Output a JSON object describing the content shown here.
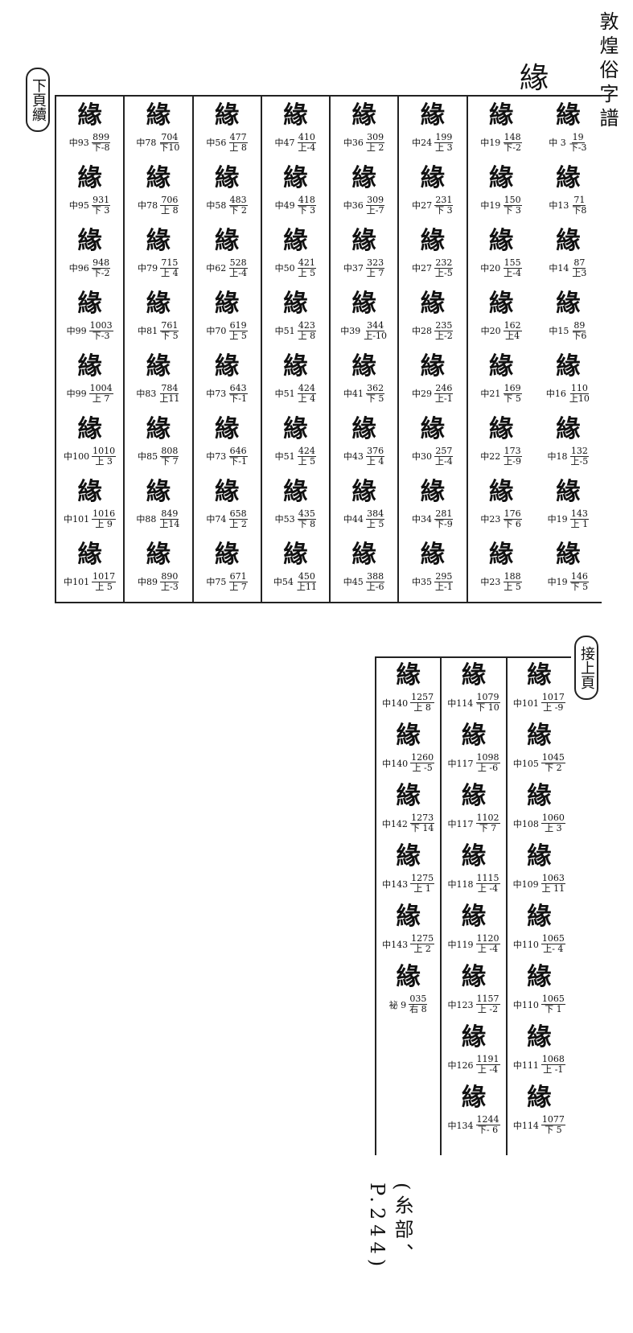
{
  "header": {
    "title": "敦煌俗字譜",
    "head_char": "緣"
  },
  "stamps": {
    "left": "下頁續",
    "right": "接上頁"
  },
  "top_columns": [
    {
      "cells": [
        {
          "glyph": "緣",
          "cite": "中 3",
          "num": "19",
          "den": "下-3"
        },
        {
          "glyph": "緣",
          "cite": "中13",
          "num": "71",
          "den": "下8"
        },
        {
          "glyph": "緣",
          "cite": "中14",
          "num": "87",
          "den": "上3"
        },
        {
          "glyph": "緣",
          "cite": "中15",
          "num": "89",
          "den": "下6"
        },
        {
          "glyph": "緣",
          "cite": "中16",
          "num": "110",
          "den": "上10"
        },
        {
          "glyph": "緣",
          "cite": "中18",
          "num": "132",
          "den": "上-5"
        },
        {
          "glyph": "緣",
          "cite": "中19",
          "num": "143",
          "den": "上 1"
        },
        {
          "glyph": "緣",
          "cite": "中19",
          "num": "146",
          "den": "下 5"
        }
      ]
    },
    {
      "cells": [
        {
          "glyph": "緣",
          "cite": "中19",
          "num": "148",
          "den": "下-2"
        },
        {
          "glyph": "緣",
          "cite": "中19",
          "num": "150",
          "den": "下 3"
        },
        {
          "glyph": "緣",
          "cite": "中20",
          "num": "155",
          "den": "上-4"
        },
        {
          "glyph": "緣",
          "cite": "中20",
          "num": "162",
          "den": "上4"
        },
        {
          "glyph": "緣",
          "cite": "中21",
          "num": "169",
          "den": "下 5"
        },
        {
          "glyph": "緣",
          "cite": "中22",
          "num": "173",
          "den": "上-9"
        },
        {
          "glyph": "緣",
          "cite": "中23",
          "num": "176",
          "den": "下 6"
        },
        {
          "glyph": "緣",
          "cite": "中23",
          "num": "188",
          "den": "上 5"
        }
      ]
    },
    {
      "cells": [
        {
          "glyph": "緣",
          "cite": "中24",
          "num": "199",
          "den": "上 3"
        },
        {
          "glyph": "緣",
          "cite": "中27",
          "num": "231",
          "den": "下 3"
        },
        {
          "glyph": "緣",
          "cite": "中27",
          "num": "232",
          "den": "上-5"
        },
        {
          "glyph": "緣",
          "cite": "中28",
          "num": "235",
          "den": "上-2"
        },
        {
          "glyph": "緣",
          "cite": "中29",
          "num": "246",
          "den": "上-1"
        },
        {
          "glyph": "緣",
          "cite": "中30",
          "num": "257",
          "den": "上-4"
        },
        {
          "glyph": "緣",
          "cite": "中34",
          "num": "281",
          "den": "下-9"
        },
        {
          "glyph": "緣",
          "cite": "中35",
          "num": "295",
          "den": "上-1"
        }
      ]
    },
    {
      "cells": [
        {
          "glyph": "緣",
          "cite": "中36",
          "num": "309",
          "den": "上 2"
        },
        {
          "glyph": "緣",
          "cite": "中36",
          "num": "309",
          "den": "上-7"
        },
        {
          "glyph": "緣",
          "cite": "中37",
          "num": "323",
          "den": "上 7"
        },
        {
          "glyph": "緣",
          "cite": "中39",
          "num": "344",
          "den": "上-10"
        },
        {
          "glyph": "緣",
          "cite": "中41",
          "num": "362",
          "den": "下 5"
        },
        {
          "glyph": "緣",
          "cite": "中43",
          "num": "376",
          "den": "上 4"
        },
        {
          "glyph": "緣",
          "cite": "中44",
          "num": "384",
          "den": "上 5"
        },
        {
          "glyph": "緣",
          "cite": "中45",
          "num": "388",
          "den": "上-6"
        }
      ]
    },
    {
      "cells": [
        {
          "glyph": "緣",
          "cite": "中47",
          "num": "410",
          "den": "上-4"
        },
        {
          "glyph": "緣",
          "cite": "中49",
          "num": "418",
          "den": "下 3"
        },
        {
          "glyph": "緣",
          "cite": "中50",
          "num": "421",
          "den": "上 5"
        },
        {
          "glyph": "緣",
          "cite": "中51",
          "num": "423",
          "den": "上 8"
        },
        {
          "glyph": "緣",
          "cite": "中51",
          "num": "424",
          "den": "上 4"
        },
        {
          "glyph": "緣",
          "cite": "中51",
          "num": "424",
          "den": "上 5"
        },
        {
          "glyph": "緣",
          "cite": "中53",
          "num": "435",
          "den": "下 8"
        },
        {
          "glyph": "緣",
          "cite": "中54",
          "num": "450",
          "den": "上11"
        }
      ]
    },
    {
      "cells": [
        {
          "glyph": "緣",
          "cite": "中56",
          "num": "477",
          "den": "上 8"
        },
        {
          "glyph": "緣",
          "cite": "中58",
          "num": "483",
          "den": "下 2"
        },
        {
          "glyph": "緣",
          "cite": "中62",
          "num": "528",
          "den": "上-4"
        },
        {
          "glyph": "緣",
          "cite": "中70",
          "num": "619",
          "den": "上 5"
        },
        {
          "glyph": "緣",
          "cite": "中73",
          "num": "643",
          "den": "下-1"
        },
        {
          "glyph": "緣",
          "cite": "中73",
          "num": "646",
          "den": "下-1"
        },
        {
          "glyph": "緣",
          "cite": "中74",
          "num": "658",
          "den": "上 2"
        },
        {
          "glyph": "緣",
          "cite": "中75",
          "num": "671",
          "den": "上 7"
        }
      ]
    },
    {
      "cells": [
        {
          "glyph": "緣",
          "cite": "中78",
          "num": "704",
          "den": "下10"
        },
        {
          "glyph": "緣",
          "cite": "中78",
          "num": "706",
          "den": "上 8"
        },
        {
          "glyph": "緣",
          "cite": "中79",
          "num": "715",
          "den": "上 4"
        },
        {
          "glyph": "緣",
          "cite": "中81",
          "num": "761",
          "den": "下 5"
        },
        {
          "glyph": "緣",
          "cite": "中83",
          "num": "784",
          "den": "上11"
        },
        {
          "glyph": "緣",
          "cite": "中85",
          "num": "808",
          "den": "下 7"
        },
        {
          "glyph": "緣",
          "cite": "中88",
          "num": "849",
          "den": "上14"
        },
        {
          "glyph": "緣",
          "cite": "中89",
          "num": "890",
          "den": "上-3"
        }
      ]
    },
    {
      "cells": [
        {
          "glyph": "緣",
          "cite": "中93",
          "num": "899",
          "den": "下-8"
        },
        {
          "glyph": "緣",
          "cite": "中95",
          "num": "931",
          "den": "下 3"
        },
        {
          "glyph": "緣",
          "cite": "中96",
          "num": "948",
          "den": "下-2"
        },
        {
          "glyph": "緣",
          "cite": "中99",
          "num": "1003",
          "den": "下-3"
        },
        {
          "glyph": "緣",
          "cite": "中99",
          "num": "1004",
          "den": "上 7"
        },
        {
          "glyph": "緣",
          "cite": "中100",
          "num": "1010",
          "den": "上 3"
        },
        {
          "glyph": "緣",
          "cite": "中101",
          "num": "1016",
          "den": "上 9"
        },
        {
          "glyph": "緣",
          "cite": "中101",
          "num": "1017",
          "den": "上 5"
        }
      ]
    }
  ],
  "bottom_columns": [
    {
      "cells": [
        {
          "glyph": "緣",
          "cite": "中101",
          "num": "1017",
          "den": "上 -9"
        },
        {
          "glyph": "緣",
          "cite": "中105",
          "num": "1045",
          "den": "下 2"
        },
        {
          "glyph": "緣",
          "cite": "中108",
          "num": "1060",
          "den": "上 3"
        },
        {
          "glyph": "緣",
          "cite": "中109",
          "num": "1063",
          "den": "上 11"
        },
        {
          "glyph": "緣",
          "cite": "中110",
          "num": "1065",
          "den": "上- 4"
        },
        {
          "glyph": "緣",
          "cite": "中110",
          "num": "1065",
          "den": "下 1"
        },
        {
          "glyph": "緣",
          "cite": "中111",
          "num": "1068",
          "den": "上 -1"
        },
        {
          "glyph": "緣",
          "cite": "中114",
          "num": "1077",
          "den": "下 5"
        }
      ]
    },
    {
      "cells": [
        {
          "glyph": "緣",
          "cite": "中114",
          "num": "1079",
          "den": "下 10"
        },
        {
          "glyph": "緣",
          "cite": "中117",
          "num": "1098",
          "den": "上 -6"
        },
        {
          "glyph": "緣",
          "cite": "中117",
          "num": "1102",
          "den": "下 7"
        },
        {
          "glyph": "緣",
          "cite": "中118",
          "num": "1115",
          "den": "上 -4"
        },
        {
          "glyph": "緣",
          "cite": "中119",
          "num": "1120",
          "den": "上 -4"
        },
        {
          "glyph": "緣",
          "cite": "中123",
          "num": "1157",
          "den": "上 -2"
        },
        {
          "glyph": "緣",
          "cite": "中126",
          "num": "1191",
          "den": "上 -4"
        },
        {
          "glyph": "緣",
          "cite": "中134",
          "num": "1244",
          "den": "下- 6"
        }
      ]
    },
    {
      "cells": [
        {
          "glyph": "緣",
          "cite": "中140",
          "num": "1257",
          "den": "上 8"
        },
        {
          "glyph": "緣",
          "cite": "中140",
          "num": "1260",
          "den": "上 -5"
        },
        {
          "glyph": "緣",
          "cite": "中142",
          "num": "1273",
          "den": "下 14"
        },
        {
          "glyph": "緣",
          "cite": "中143",
          "num": "1275",
          "den": "上 1"
        },
        {
          "glyph": "緣",
          "cite": "中143",
          "num": "1275",
          "den": "上 2"
        },
        {
          "glyph": "緣",
          "cite": "祕 9",
          "num": "035",
          "den": "右 8"
        }
      ]
    }
  ],
  "handwritten_note": "(糸部、P.244)"
}
